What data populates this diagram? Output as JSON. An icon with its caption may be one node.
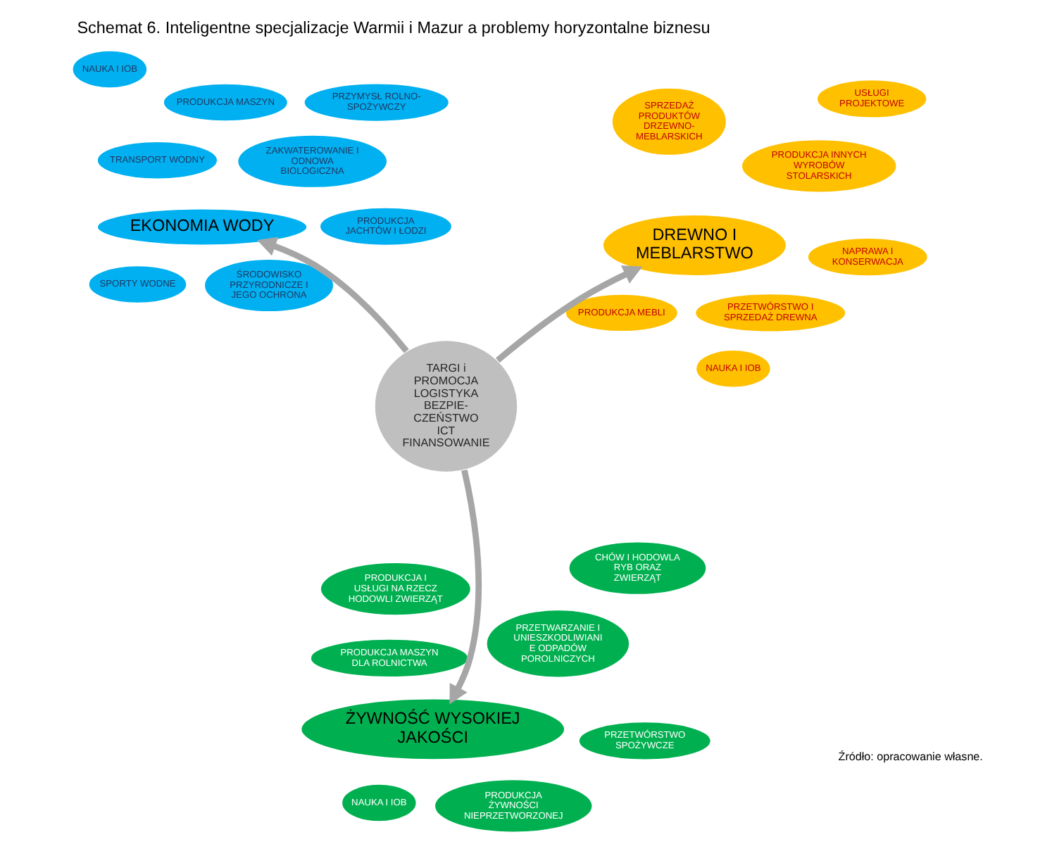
{
  "diagram": {
    "title": "Schemat 6. Inteligentne specjalizacje Warmii i Mazur a problemy horyzontalne biznesu",
    "caption": "Źródło: opracowanie własne.",
    "nodes": [
      {
        "text": [
          "ZAKWATEROWANIE I ODNOWA BIOLOGICZNA"
        ]
      },
      {
        "text": [
          "PRODUKCJA MASZYN"
        ]
      },
      {
        "text": [
          "NAUKA I IOB"
        ]
      },
      {
        "text": [
          "TRANSPORT WODNY"
        ]
      },
      {
        "text": [
          "PRODUKCJA JACHTÓW I ŁODZI"
        ]
      },
      {
        "text": [
          "ŚRODOWISKO PRZYRODNICZE I JEGO OCHRONA"
        ]
      },
      {
        "text": [
          "PRZYMYSŁ ROLNO- SPOŻYWCZY"
        ]
      },
      {
        "text": [
          "EKONOMIA WODY"
        ]
      },
      {
        "text": [
          "SPORTY WODNE"
        ]
      },
      {
        "text": [
          "TARGI i PROMOCJA",
          "LOGISTYKA",
          "BEZPIE- CZEŃSTWO",
          "ICT",
          "FINANSOWANIE"
        ]
      },
      {
        "text": [
          "PRODUKCJA INNYCH WYROBÓW STOLARSKICH"
        ]
      },
      {
        "text": [
          "NAPRAWA I KONSERWACJA"
        ]
      },
      {
        "text": [
          "PRODUKCJA MEBLI"
        ]
      },
      {
        "text": [
          "NAUKA I IOB"
        ]
      },
      {
        "text": [
          "DREWNO I MEBLARSTWO"
        ]
      },
      {
        "text": [
          "USŁUGI PROJEKTOWE"
        ]
      },
      {
        "text": [
          "SPRZEDAŻ PRODUKTÓW DRZEWNO- MEBLARSKICH"
        ]
      },
      {
        "text": [
          "PRZETWÓRSTWO I SPRZEDAŻ DREWNA"
        ]
      },
      {
        "text": [
          "CHÓW I HODOWLA RYB ORAZ ZWIERZĄT"
        ]
      },
      {
        "text": [
          "ŻYWNOŚĆ WYSOKIEJ JAKOŚCI"
        ]
      },
      {
        "text": [
          "PRZETWÓRSTWO SPOŻYWCZE"
        ]
      },
      {
        "text": [
          "PRODUKCJA ŻYWNOŚCI NIEPRZETWORZONEJ"
        ]
      },
      {
        "text": [
          "NAUKA I IOB"
        ]
      },
      {
        "text": [
          "PRZETWARZANIE I UNIESZKODLIWIANIE ODPADÓW POROLNICZYCH"
        ]
      },
      {
        "text": [
          "PRODUKCJA I USŁUGI NA RZECZ HODOWLI ZWIERZĄT"
        ]
      },
      {
        "text": [
          "PRODUKCJA MASZYN DLA ROLNICTWA"
        ]
      }
    ],
    "edges": [
      {
        "from": 9,
        "to": 7,
        "arrow": "to"
      },
      {
        "from": 9,
        "to": 14,
        "arrow": "to"
      },
      {
        "from": 9,
        "to": 19,
        "arrow": "to"
      }
    ]
  }
}
